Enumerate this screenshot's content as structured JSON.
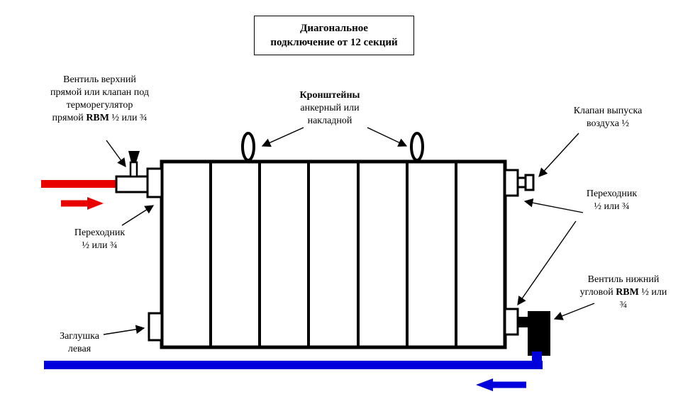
{
  "title": {
    "line1": "Диагональное",
    "line2": "подключение от 12 секций"
  },
  "labels": {
    "valve_top": {
      "line1": "Вентиль верхний",
      "line2": "прямой или клапан под",
      "line3": "терморегулятор",
      "line4_pre": "прямой ",
      "line4_bold": "RBM",
      "line4_post": " ½ или ¾"
    },
    "brackets": {
      "line1_bold": "Кронштейны",
      "line2": "анкерный или",
      "line3": "накладной"
    },
    "air_valve": {
      "line1": "Клапан выпуска",
      "line2": "воздуха ½"
    },
    "adapter_left": {
      "line1": "Переходник",
      "line2": "½ или ¾"
    },
    "adapter_right": {
      "line1": "Переходник",
      "line2": "½ или ¾"
    },
    "valve_bottom": {
      "line1": "Вентиль нижний",
      "line2_pre": "угловой ",
      "line2_bold": "RBM",
      "line2_post": " ½ или",
      "line3": "¾"
    },
    "plug_left": {
      "line1": "Заглушка",
      "line2": "левая"
    }
  },
  "colors": {
    "hot_pipe": "#e80000",
    "cold_pipe": "#0000dd",
    "outline": "#000000"
  }
}
